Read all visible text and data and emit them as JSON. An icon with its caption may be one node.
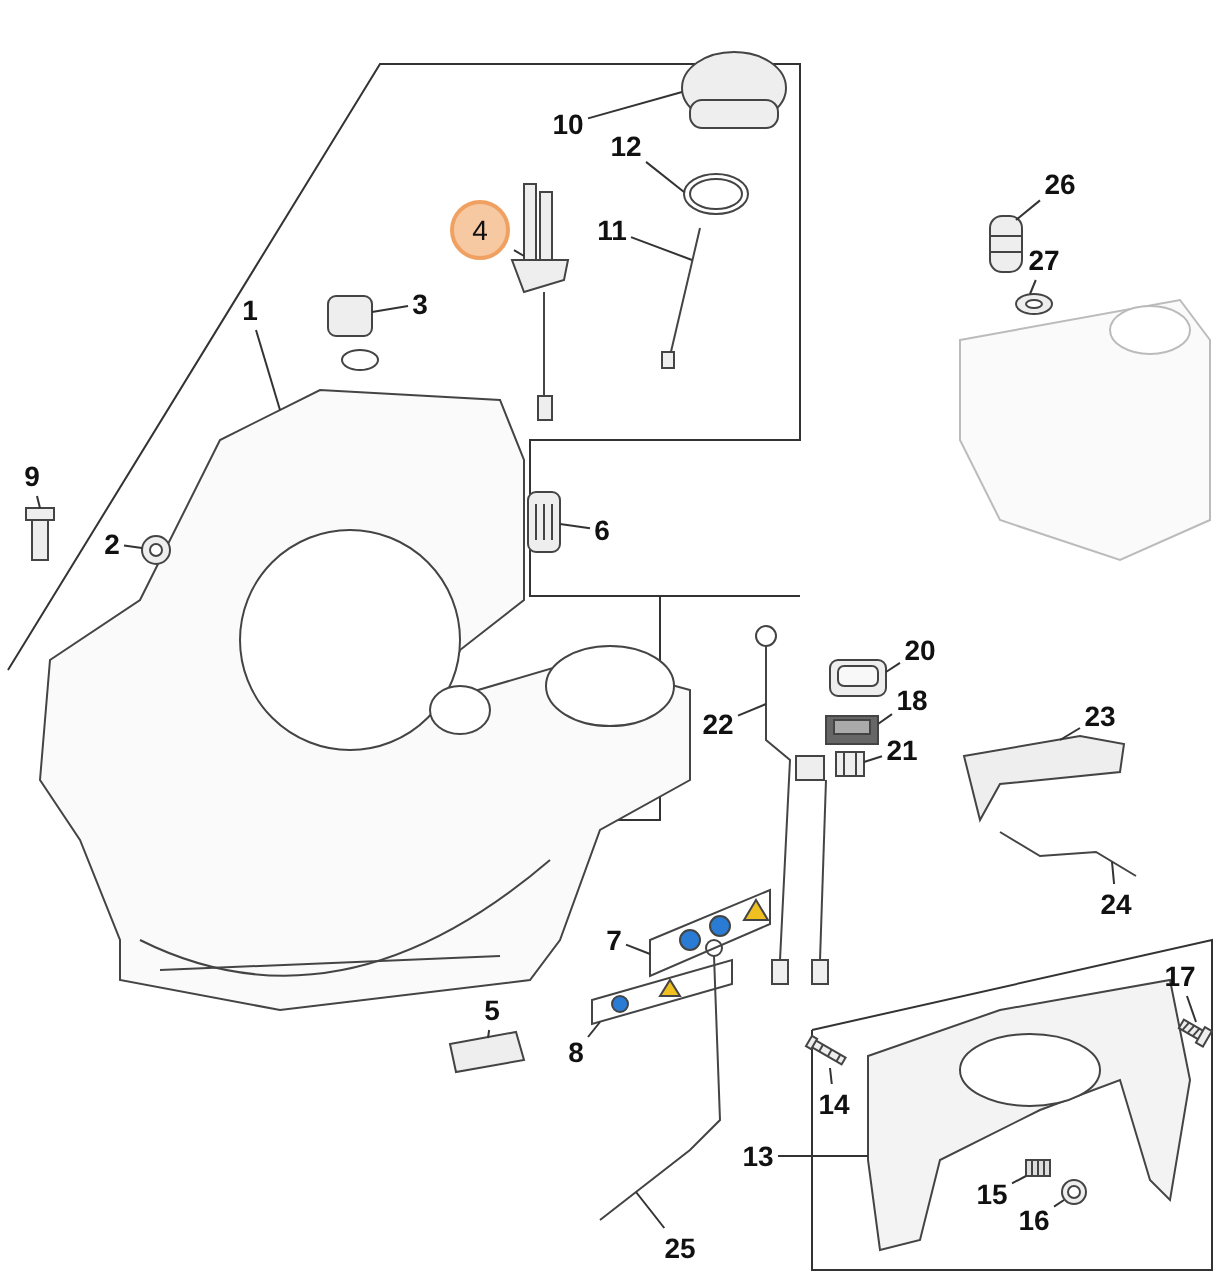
{
  "diagram": {
    "nodes": [
      {
        "text": [
          "10"
        ]
      },
      {
        "text": [
          "12"
        ]
      },
      {
        "text": [
          "26"
        ]
      },
      {
        "text": [
          "4"
        ]
      },
      {
        "text": [
          "3"
        ]
      },
      {
        "text": [
          "1"
        ]
      },
      {
        "text": [
          "11"
        ]
      },
      {
        "text": [
          "27"
        ]
      },
      {
        "text": [
          "9"
        ]
      },
      {
        "text": [
          "2"
        ]
      },
      {
        "text": [
          "6"
        ]
      },
      {
        "text": [
          "20"
        ]
      },
      {
        "text": [
          "22"
        ]
      },
      {
        "text": [
          "18"
        ]
      },
      {
        "text": [
          "23"
        ]
      },
      {
        "text": [
          "21"
        ]
      },
      {
        "text": [
          "24"
        ]
      },
      {
        "text": [
          "7"
        ]
      },
      {
        "text": [
          "5"
        ]
      },
      {
        "text": [
          "8"
        ]
      },
      {
        "text": [
          "17"
        ]
      },
      {
        "text": [
          "14"
        ]
      },
      {
        "text": [
          "13"
        ]
      },
      {
        "text": [
          "15"
        ]
      },
      {
        "text": [
          "16"
        ]
      },
      {
        "text": [
          "25"
        ]
      },
      {
        "text": [],
        "shape": "picture"
      },
      {
        "text": [],
        "shape": "picture"
      },
      {
        "text": [],
        "shape": "picture"
      },
      {
        "text": [],
        "shape": "picture"
      },
      {
        "text": [],
        "shape": "picture"
      },
      {
        "text": [],
        "shape": "picture"
      },
      {
        "text": [],
        "shape": "picture"
      },
      {
        "text": [],
        "shape": "picture"
      },
      {
        "text": [],
        "shape": "picture"
      },
      {
        "text": [],
        "shape": "picture"
      },
      {
        "text": [],
        "shape": "picture"
      },
      {
        "text": [],
        "shape": "picture"
      },
      {
        "text": [],
        "shape": "picture"
      },
      {
        "text": [],
        "shape": "picture"
      },
      {
        "text": [],
        "shape": "picture"
      },
      {
        "text": [],
        "shape": "picture"
      },
      {
        "text": [],
        "shape": "picture"
      },
      {
        "text": [],
        "shape": "picture"
      },
      {
        "text": [],
        "shape": "picture"
      },
      {
        "text": [],
        "shape": "picture"
      },
      {
        "text": [],
        "shape": "picture"
      },
      {
        "text": [],
        "shape": "picture"
      },
      {
        "text": [],
        "shape": "picture"
      },
      {
        "text": [],
        "shape": "picture"
      },
      {
        "text": [],
        "shape": "picture"
      },
      {
        "text": [],
        "shape": "picture"
      }
    ],
    "edges": [
      {
        "from": 0,
        "to": 26,
        "arrow": "none"
      },
      {
        "from": 1,
        "to": 27,
        "arrow": "none"
      },
      {
        "from": 2,
        "to": 28,
        "arrow": "none"
      },
      {
        "from": 3,
        "to": 29,
        "arrow": "none"
      },
      {
        "from": 4,
        "to": 30,
        "arrow": "none"
      },
      {
        "from": 5,
        "to": 31,
        "arrow": "none"
      },
      {
        "from": 6,
        "to": 32,
        "arrow": "none"
      },
      {
        "from": 7,
        "to": 33,
        "arrow": "none"
      },
      {
        "from": 8,
        "to": 34,
        "arrow": "none"
      },
      {
        "from": 9,
        "to": 35,
        "arrow": "none"
      },
      {
        "from": 10,
        "to": 36,
        "arrow": "none"
      },
      {
        "from": 11,
        "to": 37,
        "arrow": "none"
      },
      {
        "from": 12,
        "to": 38,
        "arrow": "none"
      },
      {
        "from": 13,
        "to": 39,
        "arrow": "none"
      },
      {
        "from": 14,
        "to": 40,
        "arrow": "none"
      },
      {
        "from": 15,
        "to": 41,
        "arrow": "none"
      },
      {
        "from": 16,
        "to": 42,
        "arrow": "none"
      },
      {
        "from": 17,
        "to": 43,
        "arrow": "none"
      },
      {
        "from": 18,
        "to": 44,
        "arrow": "none"
      },
      {
        "from": 19,
        "to": 45,
        "arrow": "none"
      },
      {
        "from": 20,
        "to": 46,
        "arrow": "none"
      },
      {
        "from": 21,
        "to": 47,
        "arrow": "none"
      },
      {
        "from": 22,
        "to": 48,
        "arrow": "none"
      },
      {
        "from": 23,
        "to": 49,
        "arrow": "none"
      },
      {
        "from": 24,
        "to": 50,
        "arrow": "none"
      },
      {
        "from": 25,
        "to": 51,
        "arrow": "none"
      }
    ]
  }
}
